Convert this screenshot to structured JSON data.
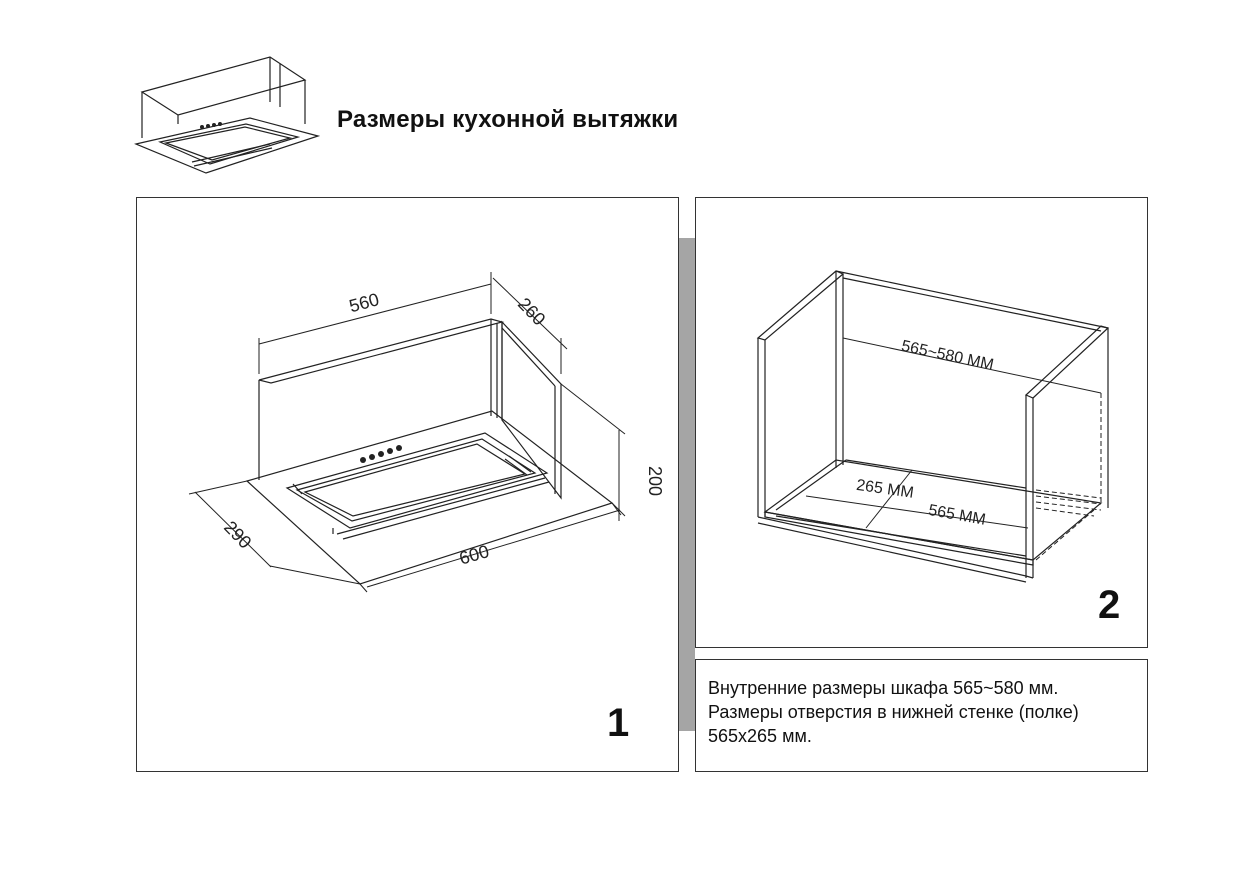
{
  "header": {
    "title": "Размеры кухонной вытяжки"
  },
  "figure1": {
    "number": "1",
    "dim_width_back": "560",
    "dim_depth_top": "260",
    "dim_height": "200",
    "dim_depth_front": "290",
    "dim_width_front": "600"
  },
  "figure2": {
    "number": "2",
    "dim_inner_width": "565~580 ММ",
    "dim_cutout_depth": "265 ММ",
    "dim_cutout_width": "565 ММ"
  },
  "note": {
    "line1": "Внутренние размеры шкафа 565~580 мм.",
    "line2": "Размеры отверстия в нижней стенке (полке)",
    "line3": "565x265 мм."
  }
}
